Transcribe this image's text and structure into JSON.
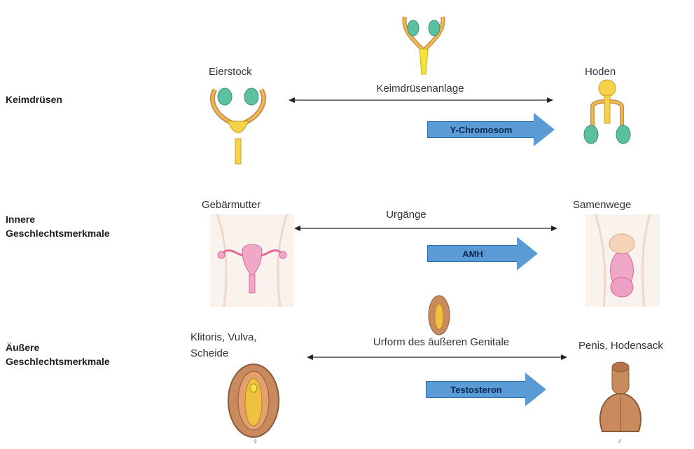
{
  "rows": {
    "gonads": {
      "label": "Keimdrüsen"
    },
    "internal": {
      "label": "Innere\nGeschlechtsmerkmale"
    },
    "external": {
      "label": "Äußere\nGeschlechtsmerkmale"
    }
  },
  "gonads": {
    "female": "Eierstock",
    "male": "Hoden",
    "middle": "Keimdrüsenanlage",
    "factor": "Y-Chromosom"
  },
  "internal": {
    "female": "Gebärmutter",
    "male": "Samenwege",
    "middle": "Urgänge",
    "factor": "AMH"
  },
  "external": {
    "female": "Klitoris, Vulva,\nScheide",
    "male": "Penis, Hodensack",
    "middle": "Urform des äußeren Genitale",
    "factor": "Testosteron"
  },
  "symbols": {
    "female_mark": "♀",
    "male_mark": "♂"
  },
  "colors": {
    "arrow": "#5b9bd5",
    "gonad": "#5bc0a0",
    "duct": "#f0c040",
    "skin": "#c98a5e",
    "pink": "#f0a8c8"
  }
}
